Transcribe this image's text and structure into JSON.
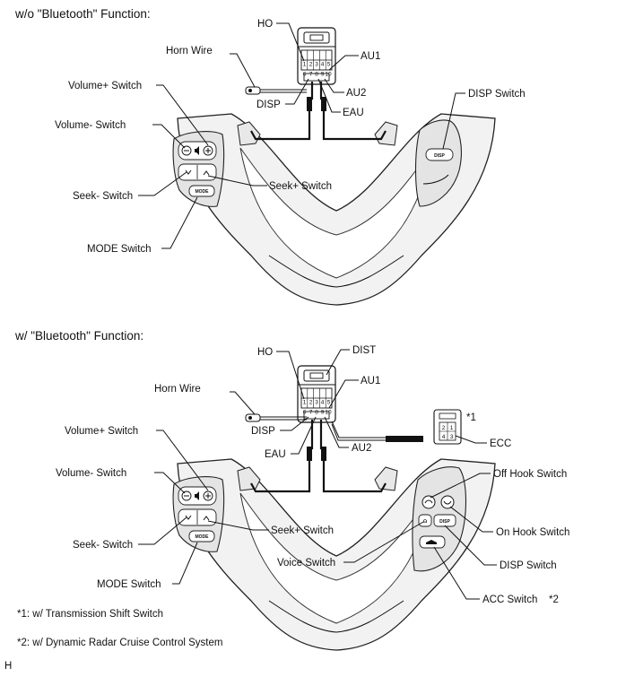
{
  "sections": [
    {
      "heading": "w/o \"Bluetooth\" Function:",
      "connector_pins_top": [
        "1",
        "2",
        "3",
        "4",
        "5"
      ],
      "connector_pins_bottom": [
        "6",
        "7",
        "8",
        "9",
        "10"
      ],
      "labels": {
        "ho": "HO",
        "au1": "AU1",
        "au2": "AU2",
        "disp": "DISP",
        "eau": "EAU",
        "horn_wire": "Horn Wire",
        "volume_plus": "Volume+ Switch",
        "volume_minus": "Volume- Switch",
        "seek_minus": "Seek- Switch",
        "seek_plus": "Seek+ Switch",
        "mode": "MODE Switch",
        "disp_switch": "DISP Switch"
      },
      "button_text": {
        "mode": "MODE",
        "disp": "DISP"
      }
    },
    {
      "heading": "w/ \"Bluetooth\" Function:",
      "connector_pins_top": [
        "1",
        "2",
        "3",
        "4",
        "5"
      ],
      "connector_pins_bottom": [
        "6",
        "7",
        "8",
        "9",
        "10"
      ],
      "labels": {
        "ho": "HO",
        "dist": "DIST",
        "au1": "AU1",
        "au2": "AU2",
        "disp": "DISP",
        "eau": "EAU",
        "horn_wire": "Horn Wire",
        "volume_plus": "Volume+ Switch",
        "volume_minus": "Volume- Switch",
        "seek_minus": "Seek- Switch",
        "seek_plus": "Seek+ Switch",
        "mode": "MODE Switch",
        "voice": "Voice Switch",
        "off_hook": "Off Hook Switch",
        "on_hook": "On Hook Switch",
        "disp_switch": "DISP Switch",
        "acc": "ACC Switch",
        "acc_note": "*2",
        "ecc": "ECC",
        "ecc_note": "*1"
      },
      "ecc_pins": [
        "2",
        "1",
        "4",
        "3"
      ],
      "button_text": {
        "mode": "MODE",
        "disp": "DISP"
      }
    }
  ],
  "footnotes": [
    "*1: w/ Transmission Shift Switch",
    "*2: w/ Dynamic Radar Cruise Control System"
  ],
  "corner_mark": "H",
  "icons": [
    "minus-icon",
    "speaker-icon",
    "plus-icon",
    "seek-down-icon",
    "seek-up-icon",
    "voice-icon",
    "off-hook-icon",
    "on-hook-icon",
    "cruise-icon"
  ]
}
